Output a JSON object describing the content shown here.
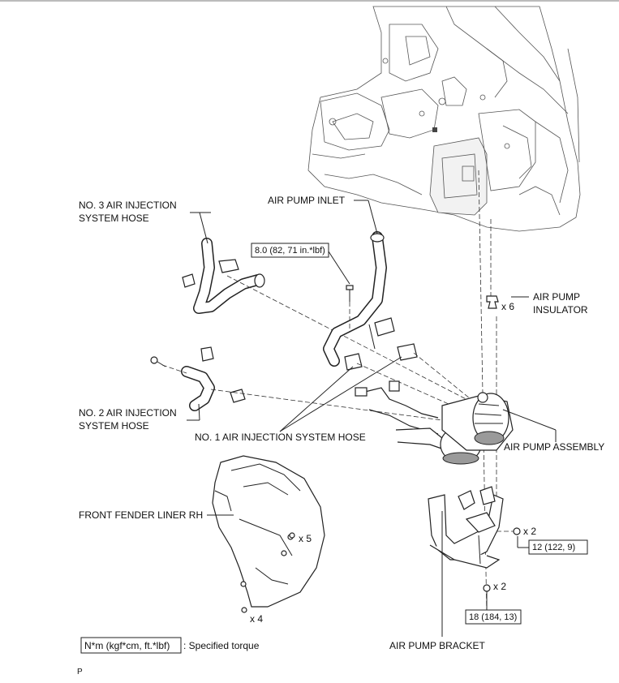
{
  "labels": {
    "no3_hose": [
      "NO. 3 AIR INJECTION",
      "SYSTEM HOSE"
    ],
    "air_pump_inlet": "AIR PUMP INLET",
    "torque_inlet": "8.0 (82, 71 in.*lbf)",
    "air_pump_insulator": [
      "AIR PUMP",
      "INSULATOR"
    ],
    "insulator_qty": "x 6",
    "no2_hose": [
      "NO. 2 AIR INJECTION",
      "SYSTEM HOSE"
    ],
    "no1_hose": "NO. 1 AIR INJECTION SYSTEM HOSE",
    "air_pump_assembly": "AIR PUMP ASSEMBLY",
    "front_fender_liner": "FRONT FENDER LINER RH",
    "liner_qty_5": "x 5",
    "liner_qty_4": "x 4",
    "bracket_qty_2a": "x 2",
    "torque_bracket_a": "12 (122, 9)",
    "bracket_qty_2b": "x 2",
    "torque_bracket_b": "18 (184, 13)",
    "air_pump_bracket": "AIR PUMP BRACKET",
    "legend_box": "N*m (kgf*cm, ft.*lbf)",
    "legend_text": ": Specified torque",
    "footer_code": "P"
  },
  "icons": [
    "bolt-icon",
    "clip-icon",
    "screw-icon"
  ]
}
